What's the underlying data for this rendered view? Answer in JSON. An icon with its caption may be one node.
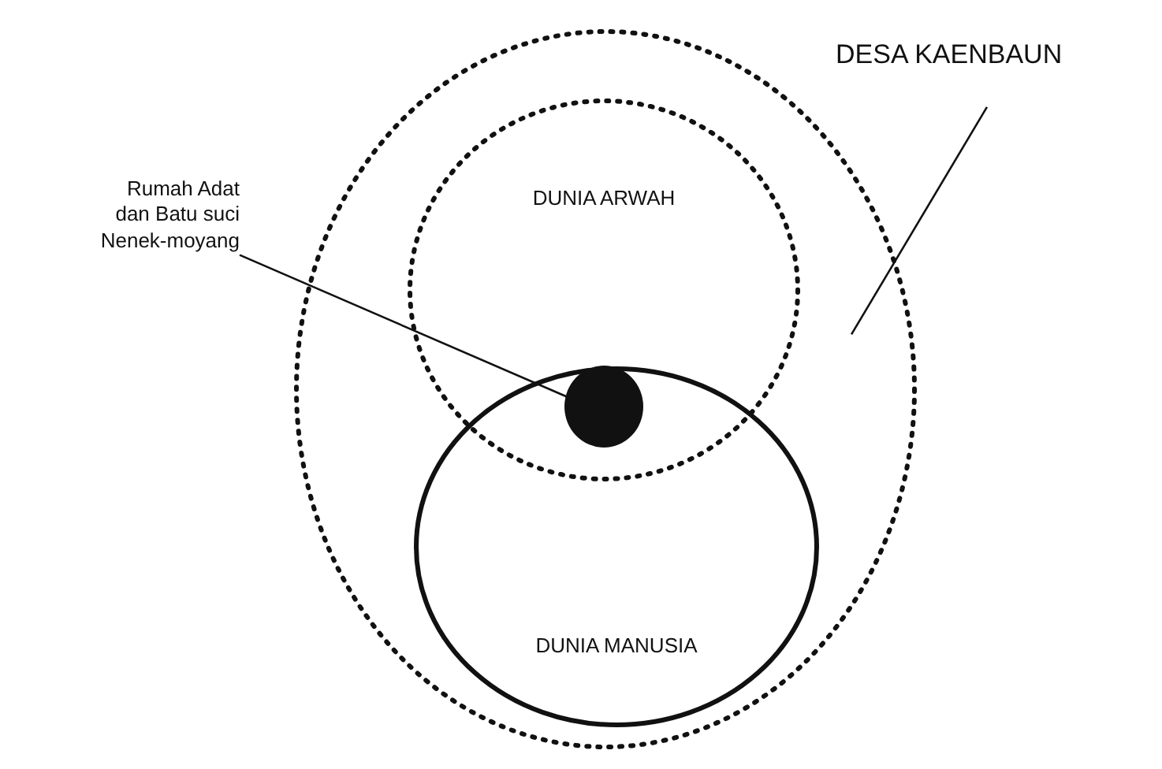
{
  "diagram": {
    "nodes": [
      {
        "text": [
          "DESA KAENBAUN"
        ]
      },
      {
        "text": [],
        "shape": "ellipse"
      },
      {
        "text": [
          "DUNIA ARWAH"
        ],
        "in": 1
      },
      {
        "text": [
          "DUNIA MANUSIA"
        ],
        "in": 1
      },
      {
        "text": [
          "Rumah Adat dan Batu suci Nenek-moyang"
        ]
      },
      {
        "text": [],
        "shape": "circle"
      }
    ],
    "edges": [
      {
        "from": 0,
        "to": 1,
        "arrow": "none"
      },
      {
        "from": 4,
        "to": 5,
        "arrow": "none"
      }
    ]
  }
}
